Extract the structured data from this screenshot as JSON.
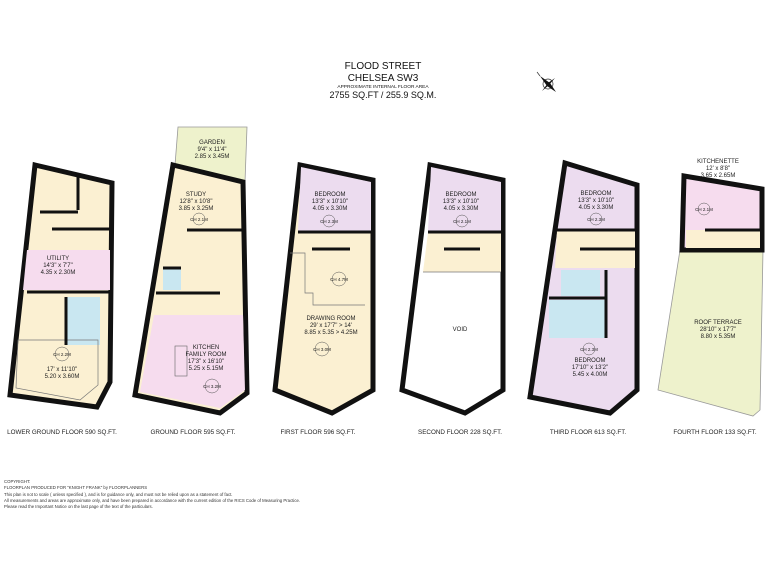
{
  "header": {
    "street": "FLOOD STREET",
    "area_name": "CHELSEA SW3",
    "subtitle": "APPROXIMATE INTERNAL FLOOR AREA",
    "total_area": "2755 SQ.FT / 255.9 SQ.M."
  },
  "compass": {
    "icon": "north-arrow-icon"
  },
  "colors": {
    "hall": "#fbf0d2",
    "pink_room": "#f6dcee",
    "lilac_room": "#ecdcef",
    "bathroom": "#c9e7f1",
    "outdoor": "#eef2cc",
    "walls": "#111111"
  },
  "floors": [
    {
      "label": "LOWER GROUND FLOOR 590 SQ.FT.",
      "rooms": [
        {
          "name": "UTILITY",
          "imperial": "14'3\" x 7'7\"",
          "metric": "4.35 x 2.30M"
        },
        {
          "name": "",
          "imperial": "17' x 11'10\"",
          "metric": "5.20 x 3.60M",
          "ceiling": "CH 2.2M"
        }
      ]
    },
    {
      "label": "GROUND FLOOR 595 SQ.FT.",
      "rooms": [
        {
          "name": "GARDEN",
          "imperial": "9'4\" x 11'4\"",
          "metric": "2.85 x 3.45M"
        },
        {
          "name": "STUDY",
          "imperial": "12'8\" x 10'8\"",
          "metric": "3.85 x 3.25M",
          "ceiling": "CH 2.1M"
        },
        {
          "name": "KITCHEN",
          "name2": "FAMILY ROOM",
          "imperial": "17'3\" x 16'10\"",
          "metric": "5.25 x 5.15M",
          "ceiling": "CH 3.2M"
        }
      ]
    },
    {
      "label": "FIRST FLOOR 596 SQ.FT.",
      "rooms": [
        {
          "name": "BEDROOM",
          "imperial": "13'3\" x 10'10\"",
          "metric": "4.05 x 3.30M",
          "ceiling": "CH 2.3M"
        },
        {
          "name": "DRAWING ROOM",
          "imperial": "29' x 17'7\" > 14'",
          "metric": "8.85 x 5.35 > 4.25M",
          "ceiling": "CH 3.0M",
          "ceiling2": "CH 4.7M"
        }
      ]
    },
    {
      "label": "SECOND FLOOR 228 SQ.FT.",
      "rooms": [
        {
          "name": "BEDROOM",
          "imperial": "13'3\" x 10'10\"",
          "metric": "4.05 x 3.30M",
          "ceiling": "CH 2.1M"
        },
        {
          "name": "VOID"
        }
      ]
    },
    {
      "label": "THIRD FLOOR 613 SQ.FT.",
      "rooms": [
        {
          "name": "BEDROOM",
          "imperial": "13'3\" x 10'10\"",
          "metric": "4.05 x 3.30M",
          "ceiling": "CH 2.3M"
        },
        {
          "name": "BEDROOM",
          "imperial": "17'10\" x 13'2\"",
          "metric": "5.45 x 4.00M",
          "ceiling": "CH 2.3M"
        }
      ]
    },
    {
      "label": "FOURTH FLOOR 133 SQ.FT.",
      "rooms": [
        {
          "name": "KITCHENETTE",
          "imperial": "12' x 8'8\"",
          "metric": "3.65 x 2.65M",
          "ceiling": "CH 2.1M"
        },
        {
          "name": "ROOF TERRACE",
          "imperial": "28'10\" x 17'7\"",
          "metric": "8.80 x 5.35M"
        }
      ]
    }
  ],
  "footer": [
    "COPYRIGHT:",
    "FLOORPLAN PRODUCED FOR \"KNIGHT FRANK\" by FLOORPLANNERS",
    "This plan is not to scale ( unless specified ), and is for guidance only, and must not be relied upon as a statement of fact.",
    "All measurements and areas are approximate only, and have been prepared in accordance with the current edition of the RICS Code of Measuring Practice.",
    "Please read the Important Notice on the last page of the text of the particulars."
  ]
}
